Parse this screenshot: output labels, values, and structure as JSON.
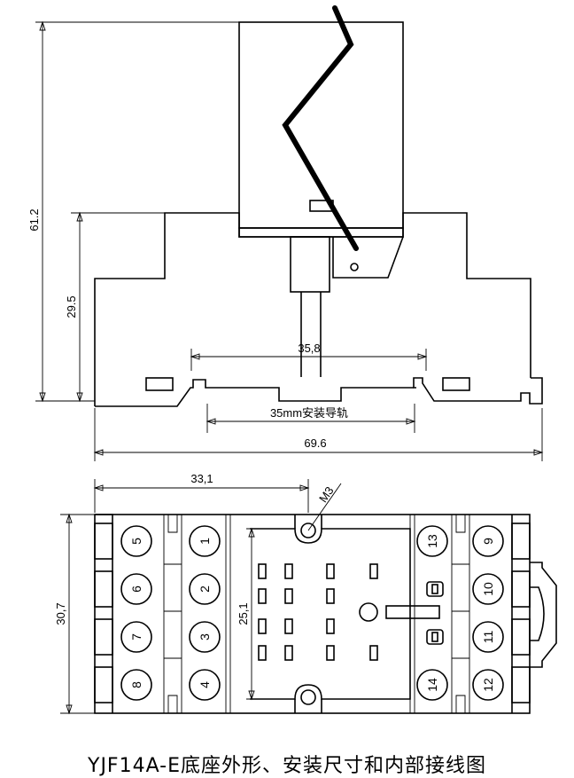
{
  "dimensions": {
    "total_height": "61.2",
    "base_height": "29.5",
    "rail_pitch": "35,8",
    "rail_label": "35mm安装导轨",
    "total_width": "69.6",
    "screw_offset": "33,1",
    "screw_label": "M3",
    "depth": "30,7",
    "pin_span": "25,1"
  },
  "pins": {
    "left_outer": [
      "5",
      "6",
      "7",
      "8"
    ],
    "left_inner": [
      "1",
      "2",
      "3",
      "4"
    ],
    "right_inner_top": "13",
    "right_inner_bottom": "14",
    "right_outer": [
      "9",
      "10",
      "11",
      "12"
    ]
  },
  "caption": "YJF14A-E底座外形、安装尺寸和内部接线图"
}
